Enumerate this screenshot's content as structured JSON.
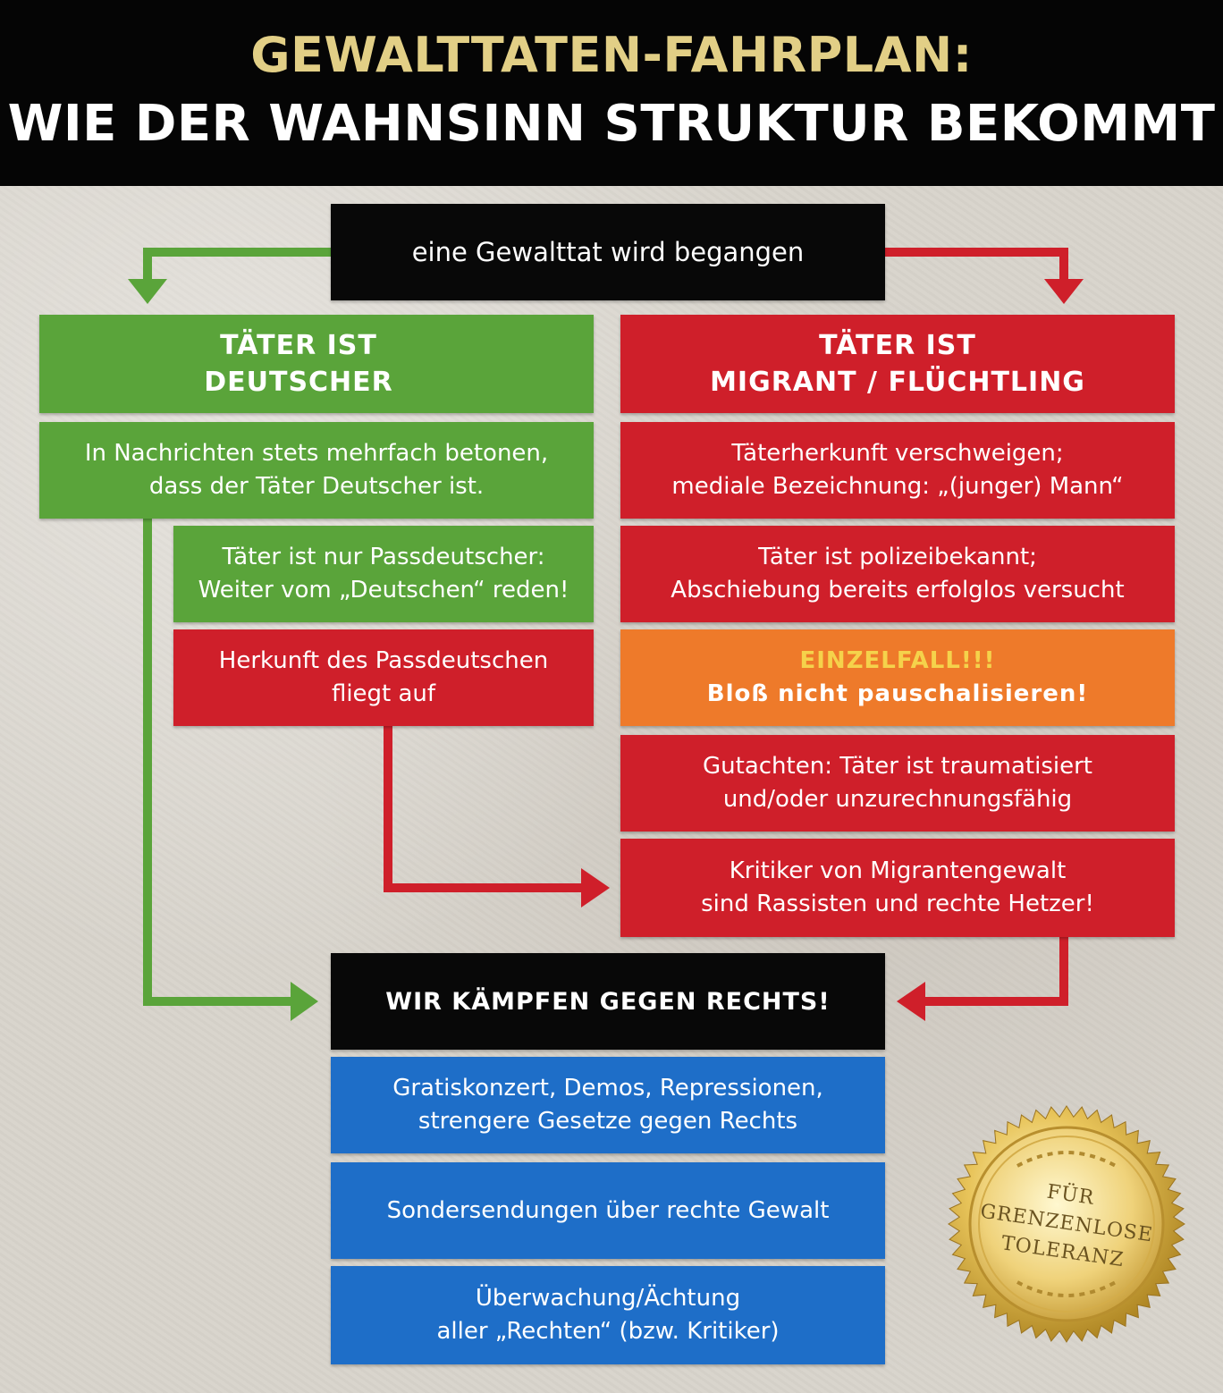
{
  "header": {
    "title_line1": "GEWALTTATEN-FAHRPLAN:",
    "title_line2": "WIE DER WAHNSINN STRUKTUR BEKOMMT"
  },
  "start": {
    "label": "eine Gewalttat wird begangen"
  },
  "left_branch": {
    "heading_line1": "TÄTER IST",
    "heading_line2": "DEUTSCHER",
    "step1_line1": "In Nachrichten stets mehrfach betonen,",
    "step1_line2": "dass der Täter Deutscher ist.",
    "step2_line1": "Täter ist nur Passdeutscher:",
    "step2_line2": "Weiter vom „Deutschen“ reden!",
    "step3_line1": "Herkunft des Passdeutschen",
    "step3_line2": "fliegt auf"
  },
  "right_branch": {
    "heading_line1": "TÄTER IST",
    "heading_line2": "MIGRANT / FLÜCHTLING",
    "step1_line1": "Täterherkunft verschweigen;",
    "step1_line2": "mediale Bezeichnung: „(junger) Mann“",
    "step2_line1": "Täter ist polizeibekannt;",
    "step2_line2": "Abschiebung bereits erfolglos versucht",
    "step3_line1": "EINZELFALL!!!",
    "step3_line2": "Bloß nicht pauschalisieren!",
    "step4_line1": "Gutachten: Täter ist traumatisiert",
    "step4_line2": "und/oder unzurechnungsfähig",
    "step5_line1": "Kritiker von Migrantengewalt",
    "step5_line2": "sind Rassisten und rechte Hetzer!"
  },
  "result": {
    "heading": "WIR KÄMPFEN GEGEN RECHTS!",
    "item1_line1": "Gratiskonzert, Demos, Repressionen,",
    "item1_line2": "strengere Gesetze gegen Rechts",
    "item2_line1": "Sondersendungen über rechte Gewalt",
    "item3_line1": "Überwachung/Ächtung",
    "item3_line2": "aller „Rechten“ (bzw. Kritiker)"
  },
  "seal": {
    "line1": "FÜR",
    "line2": "GRENZENLOSE",
    "line3": "TOLERANZ"
  },
  "colors": {
    "green": "#5aa43a",
    "red": "#cf1f2a",
    "orange": "#ee7a2a",
    "blue": "#1e6ec8",
    "black": "#080808",
    "gold": "#e2cf86"
  }
}
